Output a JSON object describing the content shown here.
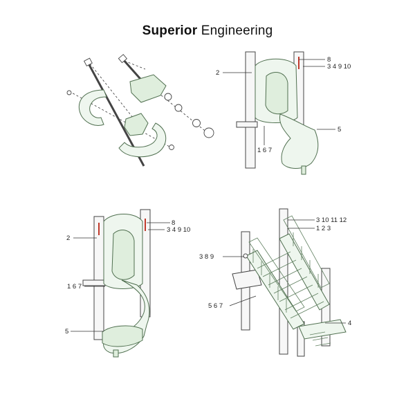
{
  "header": {
    "title_bold": "Superior",
    "title_rest": "Engineering"
  },
  "panel_top_right": {
    "labels": {
      "a": "8",
      "b": "3 4 9 10",
      "c": "2",
      "d": "5",
      "e": "1 6 7"
    }
  },
  "panel_bottom_left": {
    "labels": {
      "a": "8",
      "b": "3 4 9 10",
      "c": "2",
      "d": "1 6 7",
      "e": "5"
    }
  },
  "panel_bottom_right": {
    "labels": {
      "a": "3 10 11 12",
      "b": "1 2 3",
      "c": "3 8 9",
      "d": "5 6 7",
      "e": "4"
    }
  },
  "colors": {
    "part_fill": "#eef6ee",
    "part_stroke": "#4f6f4f",
    "marker": "#c0392b"
  }
}
